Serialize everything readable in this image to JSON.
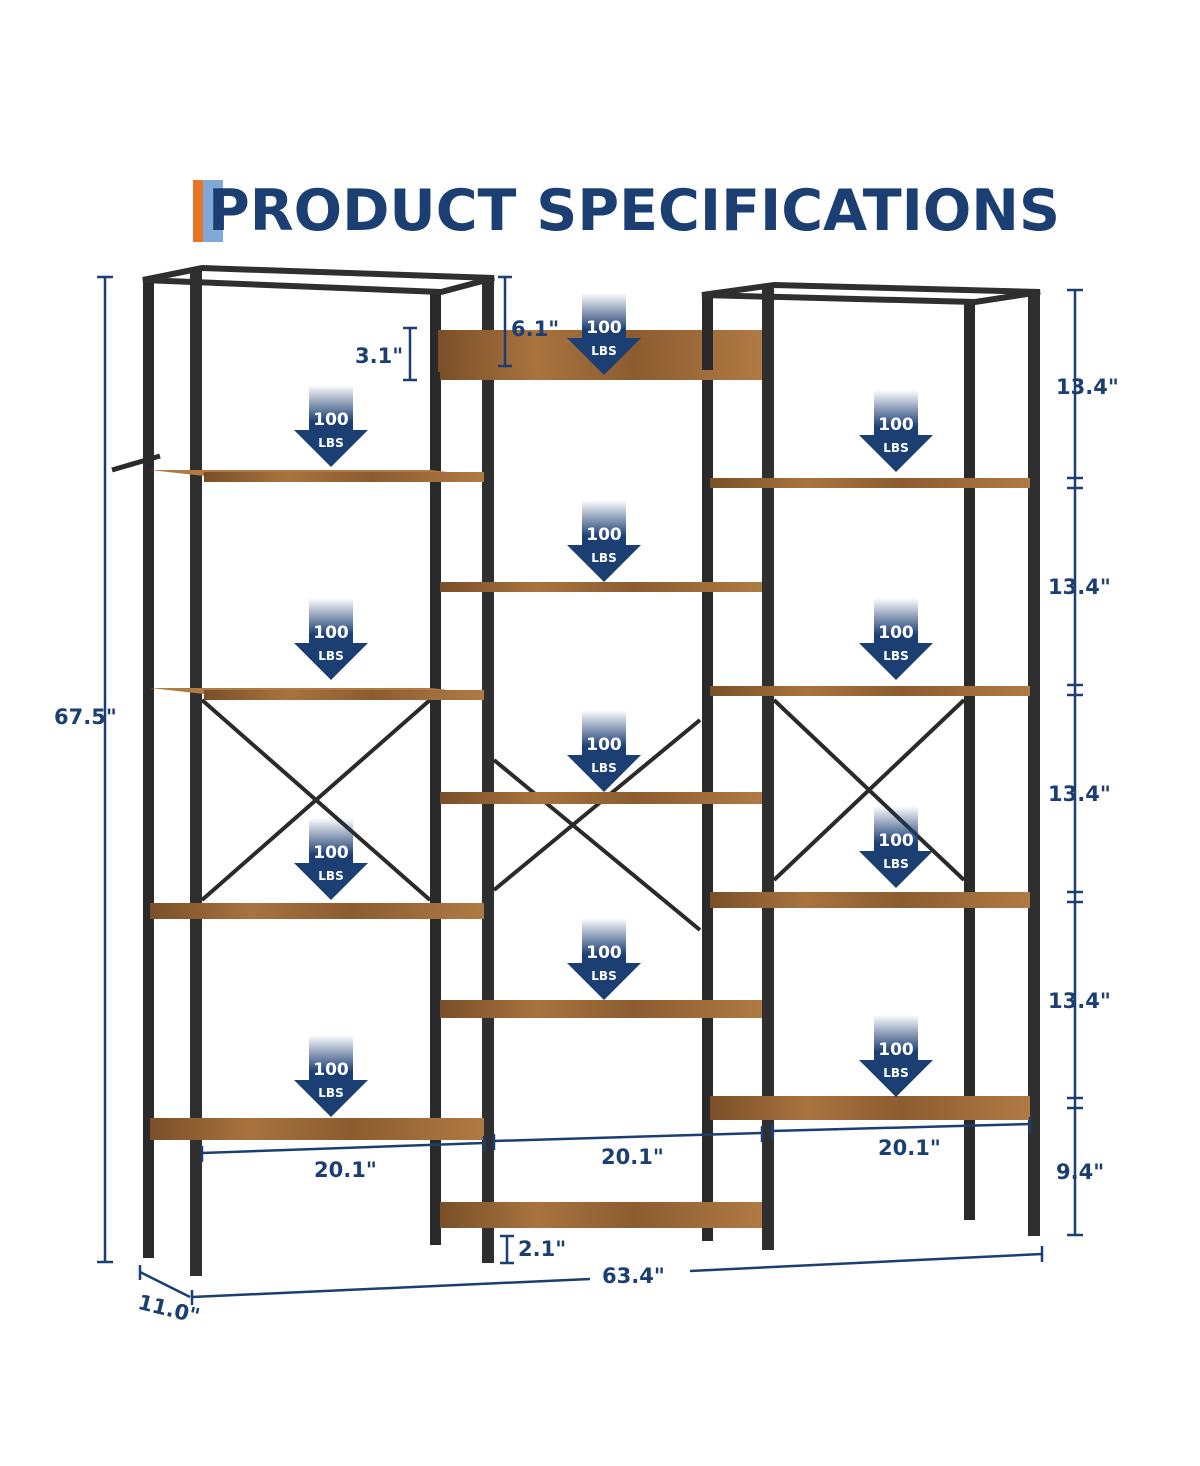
{
  "title": "PRODUCT SPECIFICATIONS",
  "colors": {
    "accent_orange": "#e8742a",
    "accent_blue": "#7fa9d8",
    "navy": "#1b3f72",
    "frame": "#2a2a2a",
    "wood": "#9a6a3a"
  },
  "load": {
    "value": "100",
    "unit": "LBS"
  },
  "dimensions": {
    "total_height": "67.5\"",
    "total_width": "63.4\"",
    "depth": "11.0\"",
    "top_rail_gap": "3.1\"",
    "center_top_gap": "6.1\"",
    "bottom_clearance": "2.1\"",
    "side_width_left": "20.1\"",
    "center_width": "20.1\"",
    "side_width_right": "20.1\"",
    "shelf_spacing_1": "13.4\"",
    "shelf_spacing_2": "13.4\"",
    "shelf_spacing_3": "13.4\"",
    "shelf_spacing_4": "13.4\"",
    "bottom_spacing": "9.4\""
  }
}
